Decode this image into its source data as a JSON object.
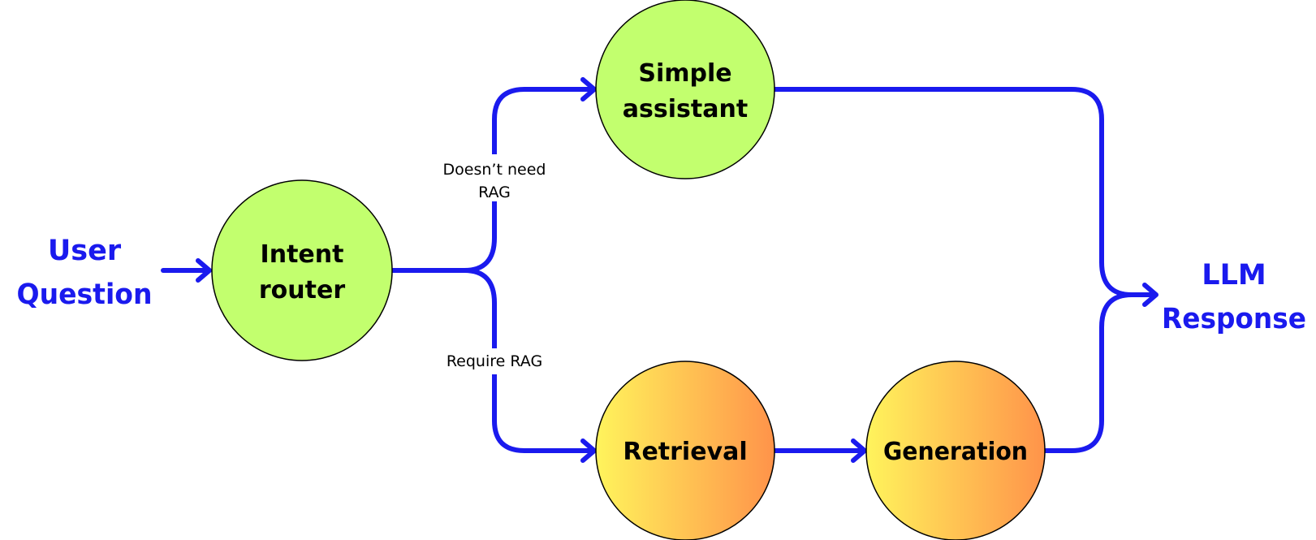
{
  "colors": {
    "accent": "#1a1aee",
    "node_green": "#c2ff6e",
    "node_gradient_start": "#fff45c",
    "node_gradient_end": "#ff934a",
    "node_stroke": "#000000",
    "label_text": "#000000"
  },
  "input": {
    "line1": "User",
    "line2": "Question"
  },
  "output": {
    "line1": "LLM",
    "line2": "Response"
  },
  "nodes": {
    "intent_router": {
      "line1": "Intent",
      "line2": "router"
    },
    "simple_assistant": {
      "line1": "Simple",
      "line2": "assistant"
    },
    "retrieval": {
      "label": "Retrieval"
    },
    "generation": {
      "label": "Generation"
    }
  },
  "edges": {
    "no_rag": {
      "line1": "Doesn’t need",
      "line2": "RAG"
    },
    "rag": {
      "label": "Require RAG"
    }
  }
}
